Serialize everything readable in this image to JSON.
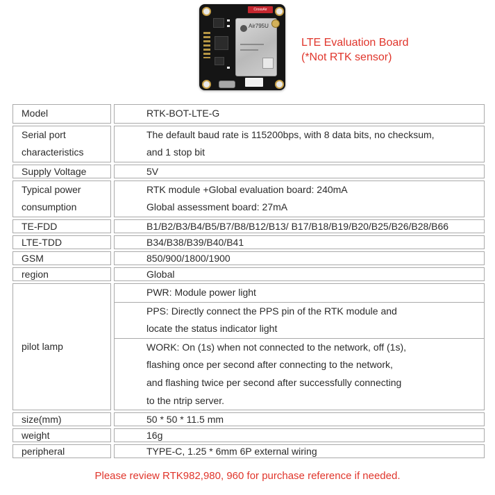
{
  "board_image": {
    "module_text": "Air795U",
    "connector_text": "CrossAir"
  },
  "caption": {
    "line1": "LTE Evaluation Board",
    "line2": "(*Not RTK sensor)"
  },
  "specs": {
    "model": {
      "label": "Model",
      "value": "RTK-BOT-LTE-G"
    },
    "serial": {
      "label": [
        "Serial port",
        "characteristics"
      ],
      "value": [
        "The default baud rate is 115200bps, with 8 data bits, no checksum,",
        "and 1 stop bit"
      ]
    },
    "supply": {
      "label": "Supply Voltage",
      "value": "5V"
    },
    "power": {
      "label": [
        "Typical power",
        "consumption"
      ],
      "value": [
        "RTK module +Global evaluation board: 240mA",
        "Global assessment board: 27mA"
      ]
    },
    "tefdd": {
      "label": "TE-FDD",
      "value": "B1/B2/B3/B4/B5/B7/B8/B12/B13/ B17/B18/B19/B20/B25/B26/B28/B66"
    },
    "ltetdd": {
      "label": "LTE-TDD",
      "value": "B34/B38/B39/B40/B41"
    },
    "gsm": {
      "label": "GSM",
      "value": "850/900/1800/1900"
    },
    "region": {
      "label": "region",
      "value": "Global"
    },
    "pilot": {
      "label": "pilot lamp",
      "pwr": "PWR: Module power light",
      "pps": [
        "PPS: Directly connect the PPS pin of the RTK module and",
        "locate the status indicator light"
      ],
      "work": [
        "WORK: On (1s) when not connected to the network, off (1s),",
        "flashing once per second after connecting to the network,",
        "and flashing twice per second after successfully connecting",
        "to the ntrip server."
      ]
    },
    "size": {
      "label": "size(mm)",
      "value": "50 * 50 * 11.5 mm"
    },
    "weight": {
      "label": "weight",
      "value": "16g"
    },
    "peripheral": {
      "label": "peripheral",
      "value": "TYPE-C, 1.25 * 6mm 6P external wiring"
    }
  },
  "footer": "Please review RTK982,980, 960 for purchase reference if needed.",
  "colors": {
    "accent_red": "#e0352b",
    "border": "#a9a9a9",
    "text": "#2b2b2b"
  }
}
